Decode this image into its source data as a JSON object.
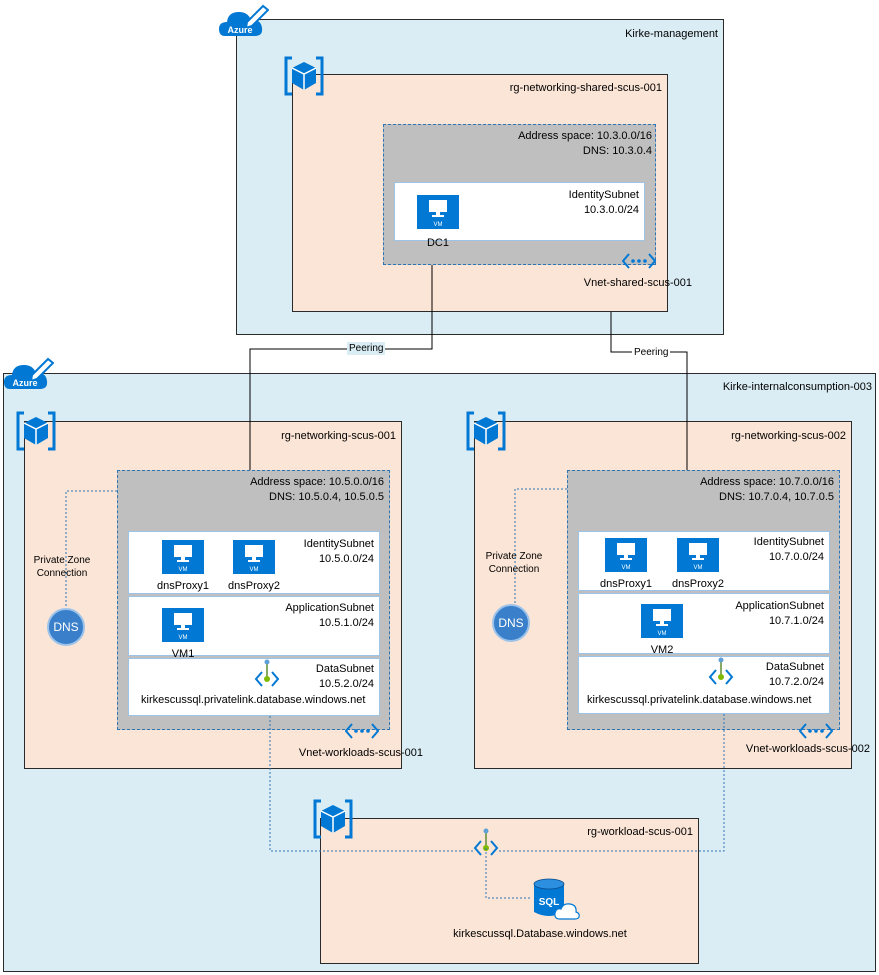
{
  "subscriptions": {
    "management": {
      "name": "Kirke-management",
      "cloud": "Azure"
    },
    "consumption": {
      "name": "Kirke-internalconsumption-003",
      "cloud": "Azure"
    }
  },
  "resource_groups": {
    "shared": "rg-networking-shared-scus-001",
    "net1": "rg-networking-scus-001",
    "net2": "rg-networking-scus-002",
    "workload": "rg-workload-scus-001"
  },
  "vnets": {
    "shared": {
      "name": "Vnet-shared-scus-001",
      "address_space": "Address space: 10.3.0.0/16",
      "dns": "DNS: 10.3.0.4",
      "subnets": [
        {
          "name": "IdentitySubnet",
          "cidr": "10.3.0.0/24",
          "vms": [
            "DC1"
          ]
        }
      ]
    },
    "workloads1": {
      "name": "Vnet-workloads-scus-001",
      "address_space": "Address space: 10.5.0.0/16",
      "dns": "DNS: 10.5.0.4, 10.5.0.5",
      "subnets": [
        {
          "name": "IdentitySubnet",
          "cidr": "10.5.0.0/24",
          "vms": [
            "dnsProxy1",
            "dnsProxy2"
          ]
        },
        {
          "name": "ApplicationSubnet",
          "cidr": "10.5.1.0/24",
          "vms": [
            "VM1"
          ]
        },
        {
          "name": "DataSubnet",
          "cidr": "10.5.2.0/24",
          "endpoint": "kirkescussql.privatelink.database.windows.net"
        }
      ]
    },
    "workloads2": {
      "name": "Vnet-workloads-scus-002",
      "address_space": "Address space: 10.7.0.0/16",
      "dns": "DNS: 10.7.0.4, 10.7.0.5",
      "subnets": [
        {
          "name": "IdentitySubnet",
          "cidr": "10.7.0.0/24",
          "vms": [
            "dnsProxy1",
            "dnsProxy2"
          ]
        },
        {
          "name": "ApplicationSubnet",
          "cidr": "10.7.1.0/24",
          "vms": [
            "VM2"
          ]
        },
        {
          "name": "DataSubnet",
          "cidr": "10.7.2.0/24",
          "endpoint": "kirkescussql.privatelink.database.windows.net"
        }
      ]
    }
  },
  "connections": {
    "peering": "Peering",
    "private_zone": "Private Zone Connection",
    "dns_label": "DNS"
  },
  "vm_icon_label": "VM",
  "sql": {
    "icon_label": "SQL",
    "name": "kirkescussql.Database.windows.net"
  },
  "colors": {
    "subscription_bg": "#daedf4",
    "resource_group_bg": "#fbe5d6",
    "vnet_bg": "#bfbfbf",
    "azure_blue": "#0078d4",
    "endpoint_green": "#7fba00"
  }
}
